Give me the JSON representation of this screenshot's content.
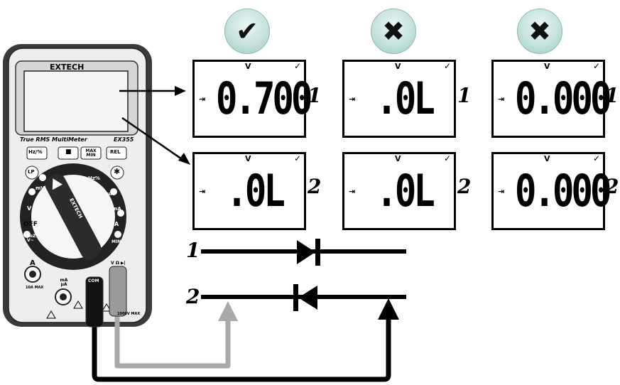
{
  "meter": {
    "brand": "EXTECH",
    "subtitle": "True RMS MultiMeter",
    "model": "EX355",
    "top_buttons": [
      "Hz/%",
      "■",
      "MAX MIN",
      "REL"
    ],
    "left_button": "LP",
    "right_icon": "✱",
    "dial_positions": [
      "Hz%",
      "μA",
      "mA",
      "A",
      "MIN",
      "LoZ V~",
      "V",
      "mV"
    ],
    "dial_off": "OFF",
    "dial_pointer_text": "EXTECH",
    "jacks": {
      "a": "A",
      "ma": "mA μA",
      "com": "COM",
      "v": "V Ω ▶|"
    },
    "warning_small": "10A MAX",
    "warning_small2": "1000V MAX"
  },
  "badges": [
    {
      "id": "correct",
      "symbol": "✔"
    },
    {
      "id": "wrong",
      "symbol": "✖"
    },
    {
      "id": "wrong",
      "symbol": "✖"
    }
  ],
  "panels": [
    {
      "reading": "0.700",
      "position": "1",
      "unit": "V"
    },
    {
      "reading": ".0L",
      "position": "1",
      "unit": "V"
    },
    {
      "reading": "0.000",
      "position": "1",
      "unit": "V"
    },
    {
      "reading": ".0L",
      "position": "2",
      "unit": "V"
    },
    {
      "reading": ".0L",
      "position": "2",
      "unit": "V"
    },
    {
      "reading": "0.000",
      "position": "2",
      "unit": "V"
    }
  ],
  "lcd_icon": "⇥",
  "auto_icon": "✓",
  "diode_labels": [
    "1",
    "2"
  ],
  "colors": {
    "badge": "#c5e2dd",
    "probe_red_lead": "#a9a9a9",
    "probe_black_lead": "#000000",
    "meter_body": "#dcdcdc",
    "dial_dark": "#1a1a1a"
  }
}
